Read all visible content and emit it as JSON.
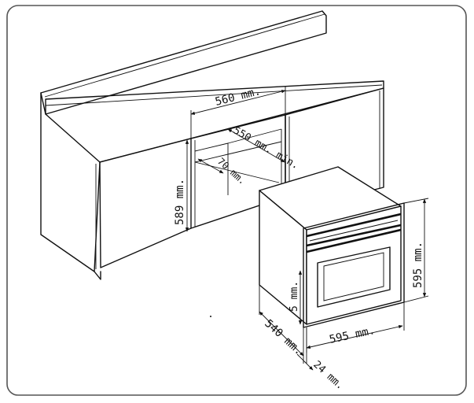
{
  "diagram": {
    "labels": {
      "opening_width": "560 mm.",
      "opening_depth": "550 mm. min.",
      "vent_gap": "70 mm.",
      "opening_height": "589 mm.",
      "oven_height": "595 mm.",
      "oven_width": "595 mm.",
      "oven_depth": "540 mm.",
      "front_offset": "24 mm.",
      "door_gap": "5 mm."
    }
  }
}
